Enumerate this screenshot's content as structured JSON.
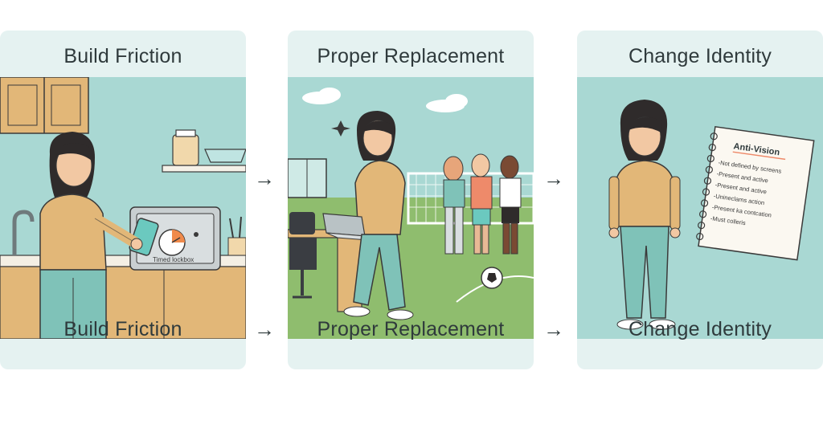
{
  "panels": [
    {
      "title_top": "Build Friction",
      "title_bottom": "Build Friction",
      "label": "Timed lockbox"
    },
    {
      "title_top": "Proper Replacement",
      "title_bottom": "Proper Replacement"
    },
    {
      "title_top": "Change Identity",
      "title_bottom": "Change Identity",
      "notebook": {
        "title": "Anti-Vision",
        "lines": [
          "-Not defined by screens",
          "-Present and active",
          "-Present and active",
          "-Unineclams action",
          "-Present ka contcation",
          "-Must colleris"
        ]
      }
    }
  ],
  "arrow": "→",
  "colors": {
    "panel_bg": "#e5f2f1",
    "scene_bg": "#a9d8d3",
    "grass": "#8fbd6e",
    "outline": "#3a3a3a"
  }
}
